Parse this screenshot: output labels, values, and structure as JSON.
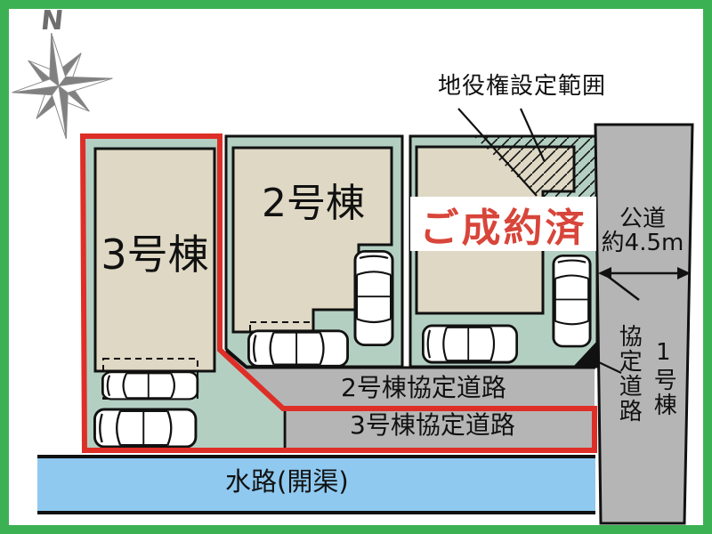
{
  "compass": {
    "north": "N"
  },
  "labels": {
    "easement": "地役権設定範囲",
    "lot3": "3号棟",
    "lot2": "2号棟",
    "sold": "ご成約済",
    "road2": "2号棟協定道路",
    "road3": "3号棟協定道路",
    "public_road": "公道",
    "public_road_width": "約4.5m",
    "kyotei_vertical": "協定道路",
    "lot1_vertical": "1号棟",
    "waterway": "水路(開渠)"
  },
  "colors": {
    "frame_green": "#3bb154",
    "lot_green": "#b3cfc2",
    "building_beige": "#ded8c4",
    "road_gray": "#b5b5b5",
    "water_blue": "#8fc9f0",
    "boundary_red": "#dd2f27",
    "sold_red": "#d8453a",
    "line_black": "#111111",
    "compass_gray": "#808080"
  }
}
